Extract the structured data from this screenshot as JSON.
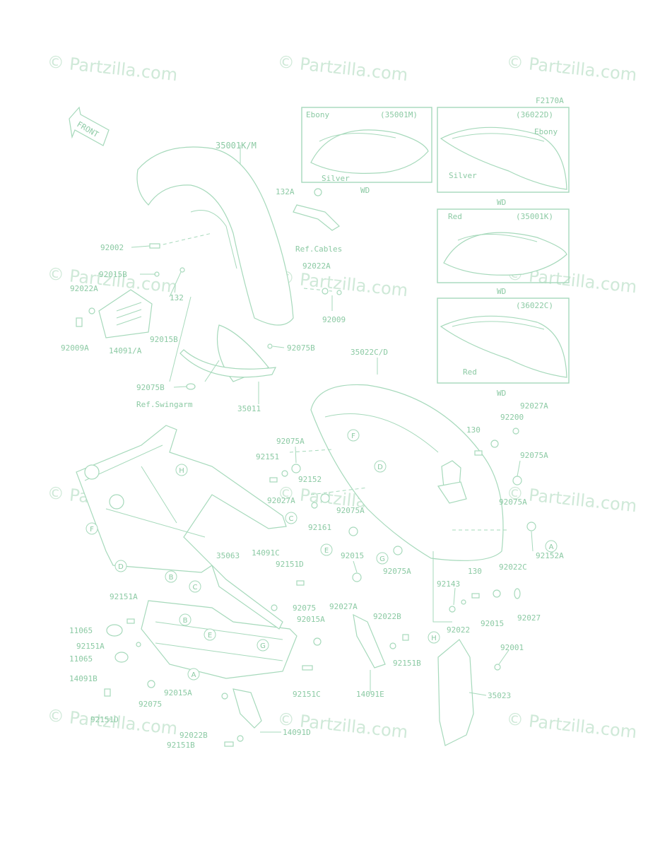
{
  "figure_code": "F2170A",
  "watermark_text": "© Partzilla.com",
  "front_arrow_label": "FRONT",
  "inset_boxes": [
    {
      "part": "(35001M)",
      "colors": [
        "Ebony",
        "Silver"
      ]
    },
    {
      "part": "(36022D)",
      "colors": [
        "Ebony",
        "Silver"
      ]
    },
    {
      "part": "(35001K)",
      "colors": [
        "Red"
      ]
    },
    {
      "part": "(36022C)",
      "colors": [
        "Red"
      ]
    }
  ],
  "wd_labels": [
    "WD",
    "WD",
    "WD",
    "WD"
  ],
  "references": [
    "Ref.Cables",
    "Ref.Swingarm"
  ],
  "part_labels": [
    "35001K/M",
    "132A",
    "92002",
    "92015B",
    "92022A",
    "132",
    "92022A",
    "92009",
    "92009A",
    "92015B",
    "14091/A",
    "92075B",
    "92075B",
    "35011",
    "35022C/D",
    "92027A",
    "92200",
    "130",
    "92075A",
    "92075A",
    "92151",
    "92152",
    "92027A",
    "92075A",
    "92161",
    "92075A",
    "92152A",
    "92015",
    "92075A",
    "130",
    "92022C",
    "35063",
    "14091C",
    "92151D",
    "92143",
    "92027",
    "92151A",
    "92075",
    "92027A",
    "92015",
    "92022",
    "11065",
    "92015A",
    "92022B",
    "92151A",
    "92001",
    "11065",
    "92151B",
    "14091E",
    "14091B",
    "92151C",
    "35023",
    "92075",
    "92015A",
    "92151D",
    "92022B",
    "14091D",
    "92151B"
  ],
  "callouts": [
    "F",
    "D",
    "E",
    "C",
    "G",
    "A",
    "H",
    "F",
    "D",
    "B",
    "C",
    "B",
    "E",
    "G",
    "A",
    "H"
  ]
}
